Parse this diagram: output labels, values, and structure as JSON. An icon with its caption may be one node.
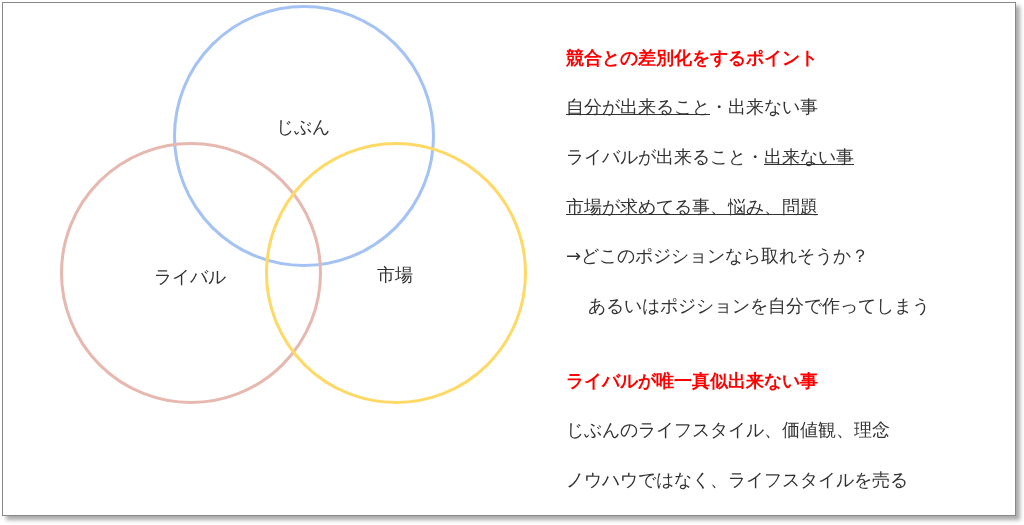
{
  "diagram": {
    "nodes": [
      {
        "text": [
          "じぶん"
        ]
      },
      {
        "text": [
          "ライバル"
        ]
      },
      {
        "text": [
          "市場"
        ]
      }
    ],
    "labels": [
      "競合との差別化をするポイント",
      "自分が出来ること",
      "・出来ない事",
      "ライバルが出来ること・",
      "出来ない事",
      "市場が求めてる事、悩み、問題",
      "→どこのポジションなら取れそうか？",
      "あるいはポジションを自分で作ってしまう",
      "ライバルが唯一真似出来ない事",
      "じぶんのライフスタイル、価値観、理念",
      "ノウハウではなく、ライフスタイルを売る"
    ]
  }
}
